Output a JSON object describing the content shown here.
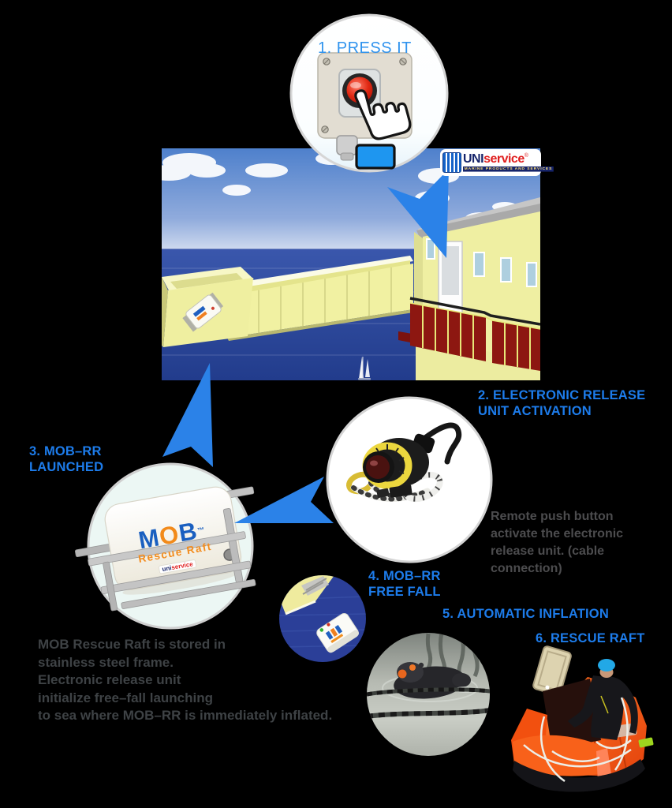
{
  "palette": {
    "arrow_blue": "#2b82e8",
    "heading_blue": "#1d7ceb",
    "step1_blue": "#2f93ee",
    "note_gray": "#4c4c4e",
    "desc_gray": "#3e4245",
    "canopy_orange": "#f55a14",
    "sea_navy": "#2b4398"
  },
  "steps": {
    "s1": {
      "title": "1. PRESS IT"
    },
    "s2": {
      "line1": "2. ELECTRONIC RELEASE",
      "line2": "UNIT ACTIVATION",
      "note1": "Remote push button",
      "note2": "activate the electronic",
      "note3": "release unit. (cable",
      "note4": "connection)"
    },
    "s3": {
      "line1": "3. MOB–RR",
      "line2": "LAUNCHED"
    },
    "s4": {
      "line1": "4. MOB–RR",
      "line2": "FREE FALL"
    },
    "s5": {
      "title": "5. AUTOMATIC INFLATION"
    },
    "s6": {
      "title": "6. RESCUE RAFT"
    }
  },
  "description": {
    "line1": "MOB Rescue Raft is stored in",
    "line2": "stainless steel frame.",
    "line3": "Electronic release unit",
    "line4": "initialize free–fall launching",
    "line5": "to sea where MOB–RR is immediately inflated."
  },
  "brand": {
    "uni": "UNI",
    "service": "service",
    "reg": "®",
    "tagline": "MARINE PRODUCTS AND SERVICES"
  },
  "raft_box": {
    "m": "M",
    "o": "O",
    "b": "B",
    "tm": "™",
    "subtitle": "Rescue Raft",
    "mini_uni": "uni",
    "mini_service": "service"
  }
}
